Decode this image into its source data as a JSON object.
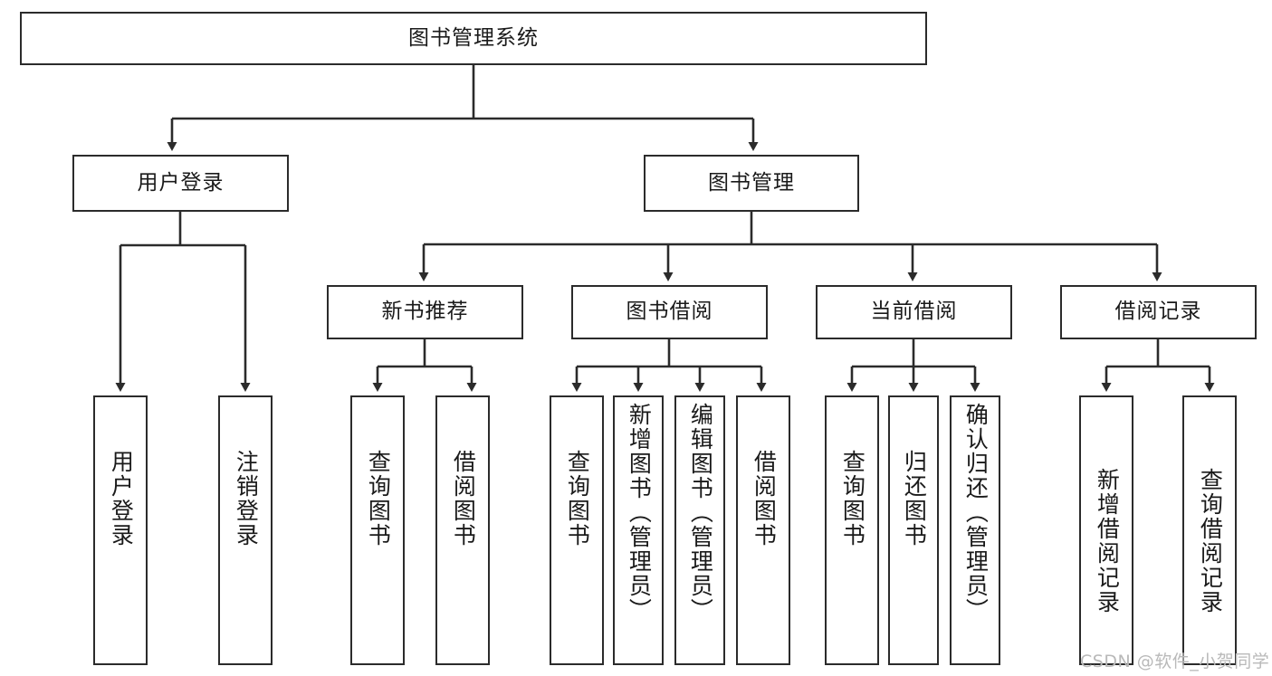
{
  "diagram": {
    "type": "tree-hierarchy",
    "title": "图书管理系统",
    "root": {
      "label": "图书管理系统"
    },
    "level2": [
      {
        "label": "用户登录"
      },
      {
        "label": "图书管理"
      }
    ],
    "level3": [
      {
        "label": "新书推荐"
      },
      {
        "label": "图书借阅"
      },
      {
        "label": "当前借阅"
      },
      {
        "label": "借阅记录"
      }
    ],
    "leaves": {
      "user_login": [
        {
          "label": "用户登录"
        },
        {
          "label": "注销登录"
        }
      ],
      "new_book_recommend": [
        {
          "label": "查询图书"
        },
        {
          "label": "借阅图书"
        }
      ],
      "book_borrow": [
        {
          "label": "查询图书"
        },
        {
          "label": "新增图书（管理员）"
        },
        {
          "label": "编辑图书（管理员）"
        },
        {
          "label": "借阅图书"
        }
      ],
      "current_borrow": [
        {
          "label": "查询图书"
        },
        {
          "label": "归还图书"
        },
        {
          "label": "确认归还（管理员）"
        }
      ],
      "borrow_records": [
        {
          "label": "新增借阅记录"
        },
        {
          "label": "查询借阅记录"
        }
      ]
    }
  },
  "colors": {
    "stroke": "#2b2b2b",
    "text": "#1a1a1a",
    "background": "#ffffff",
    "watermark": "#b9b9b9"
  },
  "watermark": {
    "text": "CSDN @软件_小贺同学"
  }
}
